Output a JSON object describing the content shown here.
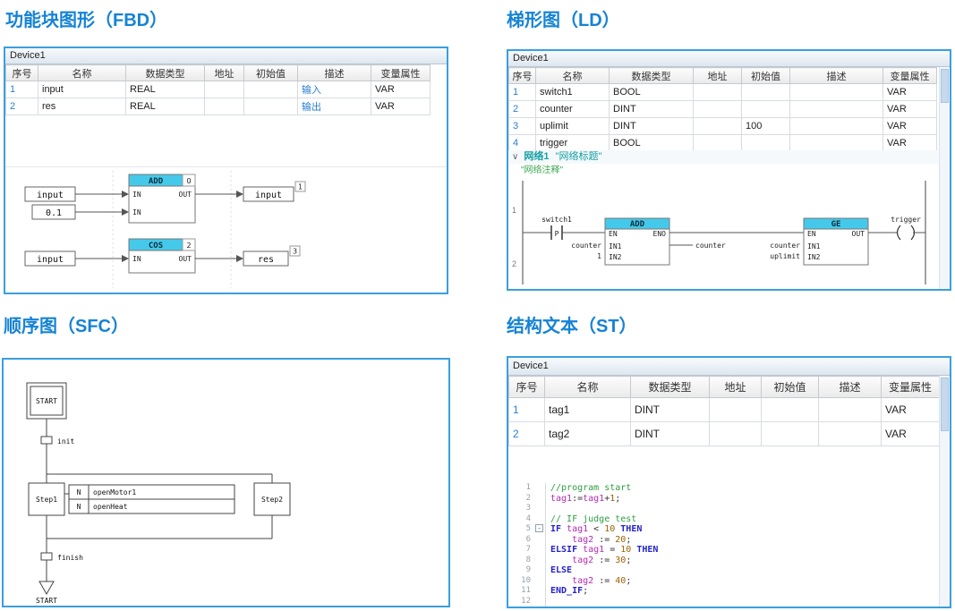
{
  "table_headers": [
    "序号",
    "名称",
    "数据类型",
    "地址",
    "初始值",
    "描述",
    "变量属性"
  ],
  "fbd": {
    "section_title": "功能块图形（FBD）",
    "window_title": "Device1",
    "table_rows": [
      [
        "1",
        "input",
        "REAL",
        "",
        "",
        "输入",
        "VAR"
      ],
      [
        "2",
        "res",
        "REAL",
        "",
        "",
        "输出",
        "VAR"
      ]
    ],
    "diagram": {
      "src1": "input",
      "const1": "0.1",
      "add": {
        "name": "ADD",
        "badge": "0",
        "in1": "IN",
        "in2": "IN",
        "out": "OUT"
      },
      "dst1": "input",
      "dst1_badge": "1",
      "src2": "input",
      "cos": {
        "name": "COS",
        "badge": "2",
        "in": "IN",
        "out": "OUT"
      },
      "dst2": "res",
      "dst2_badge": "3"
    }
  },
  "ld": {
    "section_title": "梯形图（LD）",
    "window_title": "Device1",
    "table_rows": [
      [
        "1",
        "switch1",
        "BOOL",
        "",
        "",
        "",
        "VAR"
      ],
      [
        "2",
        "counter",
        "DINT",
        "",
        "",
        "",
        "VAR"
      ],
      [
        "3",
        "uplimit",
        "DINT",
        "",
        "100",
        "",
        "VAR"
      ],
      [
        "4",
        "trigger",
        "BOOL",
        "",
        "",
        "",
        "VAR"
      ]
    ],
    "network": {
      "chevron": "∨",
      "name": "网络1",
      "title": "\"网络标题\"",
      "comment": "\"网络注释\""
    },
    "rung1_no": "1",
    "rung2_no": "2",
    "contact": {
      "label": "switch1",
      "modifier": "P"
    },
    "add": {
      "name": "ADD",
      "en": "EN",
      "eno": "ENO",
      "in1": "IN1",
      "in2": "IN2",
      "in1_src": "counter",
      "in2_src": "1",
      "out_dst": "counter"
    },
    "ge": {
      "name": "GE",
      "en": "EN",
      "out": "OUT",
      "in1": "IN1",
      "in2": "IN2",
      "in1_src": "counter",
      "in2_src": "uplimit"
    },
    "coil": {
      "label": "trigger"
    }
  },
  "sfc": {
    "section_title": "顺序图（SFC）",
    "start_step": "START",
    "transition1": "init",
    "step1": "Step1",
    "step2": "Step2",
    "action1_qualifier": "N",
    "action1": "openMotor1",
    "action2_qualifier": "N",
    "action2": "openHeat",
    "transition2": "finish",
    "jump_target": "START"
  },
  "st": {
    "section_title": "结构文本（ST）",
    "window_title": "Device1",
    "table_rows": [
      [
        "1",
        "tag1",
        "DINT",
        "",
        "",
        "",
        "VAR"
      ],
      [
        "2",
        "tag2",
        "DINT",
        "",
        "",
        "",
        "VAR"
      ]
    ],
    "code_lines": [
      {
        "num": "1",
        "tokens": [
          [
            "cmt",
            "//program start"
          ]
        ]
      },
      {
        "num": "2",
        "tokens": [
          [
            "var",
            "tag1"
          ],
          [
            "op",
            ":="
          ],
          [
            "var",
            "tag1"
          ],
          [
            "op",
            "+"
          ],
          [
            "num",
            "1"
          ],
          [
            "op",
            ";"
          ]
        ]
      },
      {
        "num": "3",
        "tokens": []
      },
      {
        "num": "4",
        "tokens": [
          [
            "cmt",
            "// IF judge test"
          ]
        ]
      },
      {
        "num": "5",
        "fold": true,
        "tokens": [
          [
            "kw",
            "IF "
          ],
          [
            "var",
            "tag1"
          ],
          [
            "op",
            " < "
          ],
          [
            "num",
            "10"
          ],
          [
            "kw",
            " THEN"
          ]
        ]
      },
      {
        "num": "6",
        "tokens": [
          [
            "op",
            "    "
          ],
          [
            "var",
            "tag2"
          ],
          [
            "op",
            " := "
          ],
          [
            "num",
            "20"
          ],
          [
            "op",
            ";"
          ]
        ]
      },
      {
        "num": "7",
        "tokens": [
          [
            "kw",
            "ELSIF "
          ],
          [
            "var",
            "tag1"
          ],
          [
            "op",
            " = "
          ],
          [
            "num",
            "10"
          ],
          [
            "kw",
            " THEN"
          ]
        ]
      },
      {
        "num": "8",
        "tokens": [
          [
            "op",
            "    "
          ],
          [
            "var",
            "tag2"
          ],
          [
            "op",
            " := "
          ],
          [
            "num",
            "30"
          ],
          [
            "op",
            ";"
          ]
        ]
      },
      {
        "num": "9",
        "tokens": [
          [
            "kw",
            "ELSE"
          ]
        ]
      },
      {
        "num": "10",
        "tokens": [
          [
            "op",
            "    "
          ],
          [
            "var",
            "tag2"
          ],
          [
            "op",
            " := "
          ],
          [
            "num",
            "40"
          ],
          [
            "op",
            ";"
          ]
        ]
      },
      {
        "num": "11",
        "tokens": [
          [
            "kw",
            "END_IF"
          ],
          [
            "op",
            ";"
          ]
        ]
      },
      {
        "num": "12",
        "tokens": []
      }
    ]
  },
  "colors": {
    "accent_blue": "#1583d5",
    "panel_border": "#3a9fdf",
    "block_header_cyan": "#45c9ea",
    "link_blue": "#2a7fd0",
    "network_teal": "#12a0a2",
    "comment_green": "#2f9e44"
  }
}
